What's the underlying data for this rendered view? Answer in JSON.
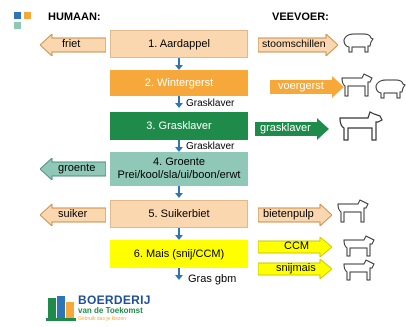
{
  "headers": {
    "left": "HUMAAN:",
    "right": "VEEVOER:"
  },
  "steps": [
    {
      "label": "1. Aardappel"
    },
    {
      "label": "2. Wintergerst"
    },
    {
      "label": "3. Grasklaver"
    },
    {
      "label": "4. Groente",
      "sub": "Prei/kool/sla/ui/boon/erwt"
    },
    {
      "label": "5. Suikerbiet"
    },
    {
      "label": "6. Mais (snij/CCM)"
    }
  ],
  "between": {
    "after2": "Grasklaver",
    "after3": "Grasklaver",
    "after6": "Gras gbm"
  },
  "human": {
    "friet": "friet",
    "groente": "groente",
    "suiker": "suiker"
  },
  "feed": {
    "stoomschillen": "stoomschillen",
    "voergerst": "voergerst",
    "grasklaver": "grasklaver",
    "bietenpulp": "bietenpulp",
    "ccm": "CCM",
    "snijmais": "snijmais"
  },
  "logo": {
    "line1": "BOERDERIJ",
    "line2": "van de Toekomst",
    "line3": "Gebruik das je kiezen"
  },
  "colors": {
    "sand": "#fbd7b0",
    "orange": "#f6a83a",
    "green": "#1e8b4a",
    "teal": "#8fc8b6",
    "yellow": "#ffff00",
    "arrow": "#2e75b6"
  }
}
